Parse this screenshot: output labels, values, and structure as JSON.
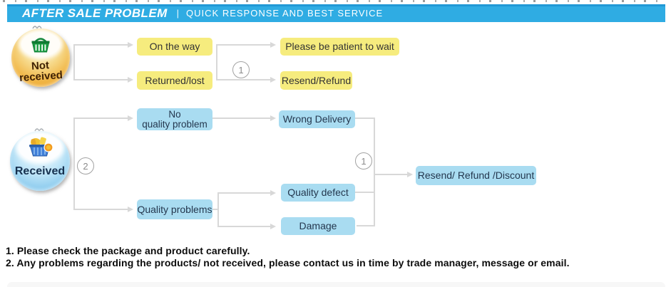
{
  "header": {
    "title": "AFTER SALE PROBLEM",
    "separator": "|",
    "subtitle": "QUICK RESPONSE AND BEST SERVICE"
  },
  "flow": {
    "sources": {
      "not_received": {
        "line1": "Not",
        "line2": "received",
        "icon": "green-shopping-basket"
      },
      "received": {
        "label": "Received",
        "icon": "blue-shopping-basket"
      }
    },
    "boxes": {
      "on_the_way": "On the way",
      "returned_lost": "Returned/lost",
      "please_wait": "Please be patient to wait",
      "resend_refund": "Resend/Refund",
      "no_quality_problem_l1": "No",
      "no_quality_problem_l2": "quality problem",
      "quality_problems": "Quality problems",
      "wrong_delivery": "Wrong Delivery",
      "quality_defect": "Quality defect",
      "damage": "Damage",
      "resend_refund_discount": "Resend/ Refund /Discount"
    },
    "markers": {
      "not_received_branch": "1",
      "received_branch": "2",
      "merge_branch": "1"
    }
  },
  "notes": {
    "line1": "1. Please check the package and product carefully.",
    "line2": "2. Any problems regarding the products/ not received, please contact us in time by trade manager, message or email."
  },
  "colors": {
    "header_bg": "#2FACE3",
    "header_stripe": "#2199D6",
    "yellow_box": "#F6EC7E",
    "blue_box": "#A9DCF1",
    "connector": "#D8D8D8"
  }
}
